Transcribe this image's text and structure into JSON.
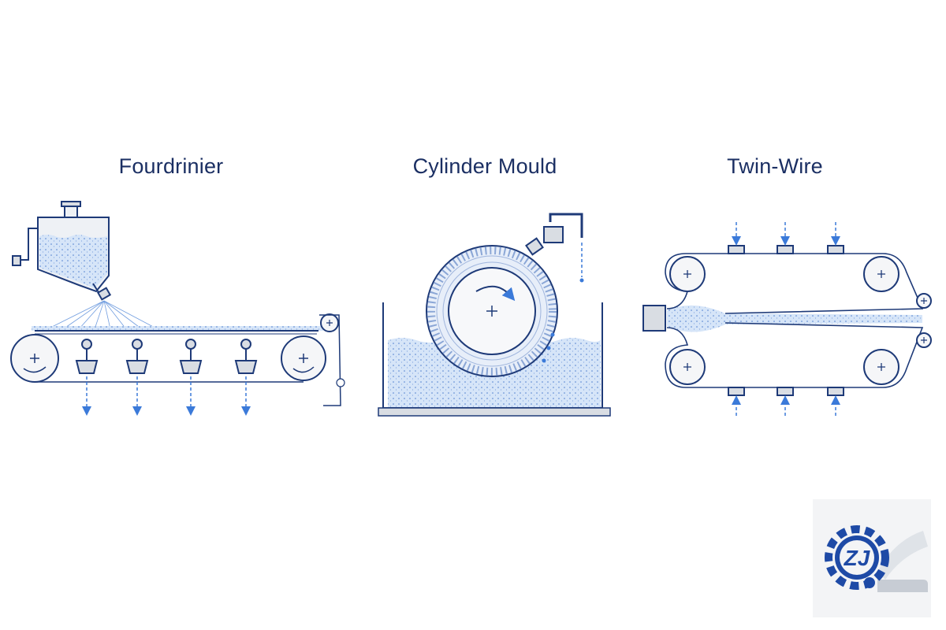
{
  "titles": {
    "fourdrinier": "Fourdrinier",
    "cylinder_mould": "Cylinder Mould",
    "twin_wire": "Twin-Wire"
  },
  "logo": {
    "text": "ZJ"
  },
  "colors": {
    "title": "#1b2f63",
    "line": "#1e3a78",
    "water": "#cfe0f6",
    "water_dots": "#3b6fc9",
    "arrow": "#3b7ad9",
    "equipment": "#d9dde3"
  }
}
